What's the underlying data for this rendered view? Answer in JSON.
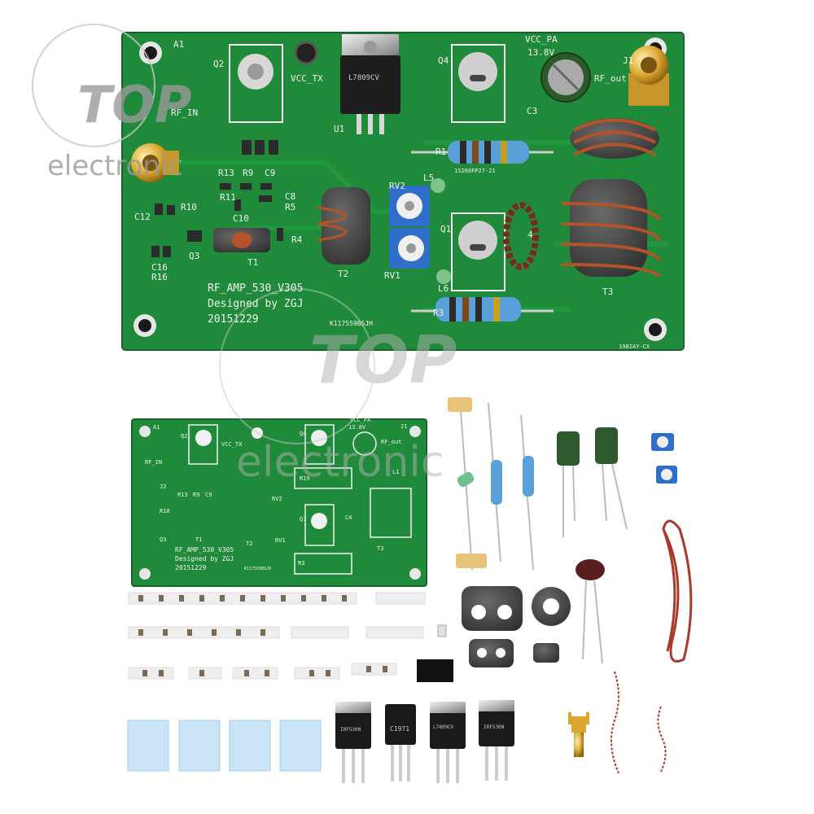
{
  "watermark": {
    "brand": "TOP",
    "tagline": "electronic"
  },
  "main_board": {
    "title": "RF_AMP_530_V305",
    "designer": "Designed by ZGJ",
    "date": "20151229",
    "labels": {
      "a1": "A1",
      "q2": "Q2",
      "vcc_tx": "VCC_TX",
      "q4": "Q4",
      "vcc_pa": "VCC_PA",
      "volt": "13.8V",
      "j1": "J1",
      "rf_out": "RF_out",
      "c3": "C3",
      "u1": "U1",
      "rf_in": "RF_IN",
      "r1": "R1",
      "r13": "R13",
      "r9": "R9",
      "c9": "C9",
      "r11": "R11",
      "c8": "C8",
      "r5": "R5",
      "c10": "C10",
      "c12": "C12",
      "r10": "R10",
      "q3": "Q3",
      "r4": "R4",
      "t1": "T1",
      "t2": "T2",
      "rv2": "RV2",
      "rv1": "RV1",
      "q1": "Q1",
      "c16": "C16",
      "r16": "R16",
      "l6": "L6",
      "r3": "R3",
      "t3": "T3",
      "l5": "L5",
      "c4": "4",
      "pcb_code": "K117559BSJH",
      "corner_code": "1982AY-CX",
      "resistor_code": "1S260FP27-21",
      "reg_text": "L7809CV"
    }
  },
  "bare_board": {
    "title": "RF_AMP_530_V305",
    "designer": "Designed by ZGJ",
    "date": "20151229",
    "labels": {
      "a1": "A1",
      "q2": "Q2",
      "vcc_tx": "VCC_TX",
      "q4": "Q4",
      "vcc_pa": "VCC_PA",
      "volt": "13.8V",
      "j1": "J1",
      "rf_out": "RF_out",
      "rf_in": "RF_IN",
      "r19": "R19",
      "l1": "L1",
      "j2": "J2",
      "r13": "R13",
      "r9": "R9",
      "c9": "C9",
      "rv2": "RV2",
      "q1": "Q1",
      "c4": "C4",
      "r10": "R10",
      "q3": "Q3",
      "t1": "T1",
      "t2": "T2",
      "rv1": "RV1",
      "t3": "T3",
      "r3": "R3",
      "pcb_code": "K117559BSJH"
    }
  },
  "transistors": [
    {
      "marking": "IRF530N"
    },
    {
      "marking": "C1971"
    },
    {
      "marking": "L7809CV"
    },
    {
      "marking": "IRF530N"
    }
  ],
  "colors": {
    "pcb_green": "#1f8a3a",
    "pcb_dark": "#176b2d",
    "silkscreen": "#f2f2f2",
    "copper": "#b4532a",
    "ferrite": "#4a4a4a",
    "trimmer_blue": "#2f6fc9",
    "watermark": "#9a9a9a"
  }
}
